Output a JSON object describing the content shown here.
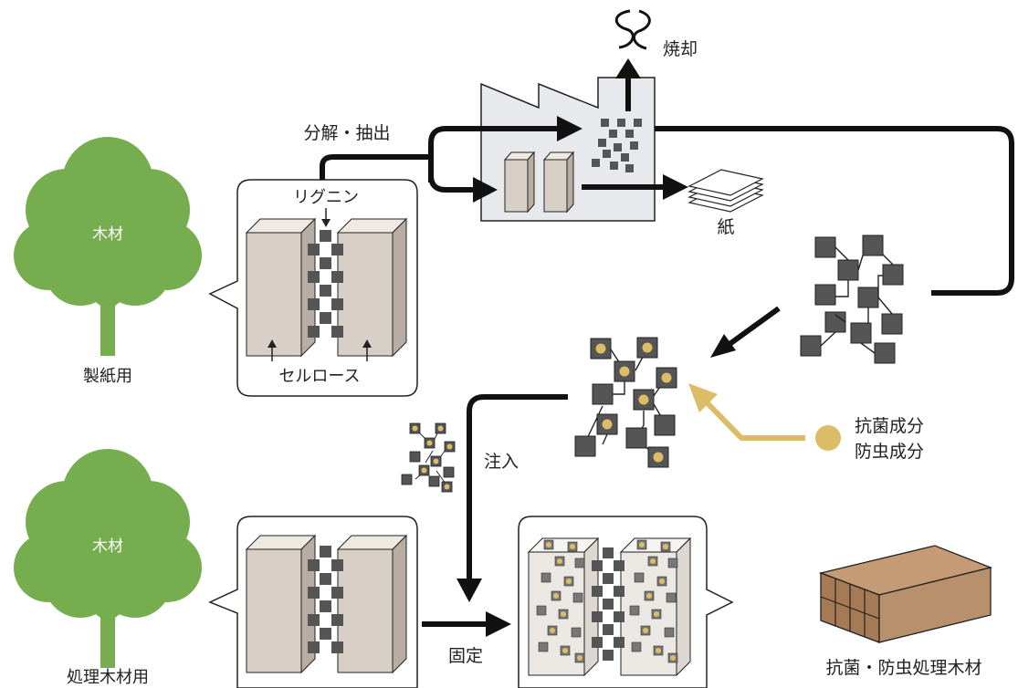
{
  "labels": {
    "wood_top": "木材",
    "paper_use": "製紙用",
    "wood_bottom": "木材",
    "treated_use": "処理木材用",
    "lignin": "リグニン",
    "cellulose": "セルロース",
    "decompose_extract": "分解・抽出",
    "incineration": "焼却",
    "paper": "紙",
    "antibacterial": "抗菌成分",
    "insect_proof": "防虫成分",
    "injection": "注入",
    "fixation": "固定",
    "result": "抗菌・防虫処理木材"
  },
  "colors": {
    "tree": "#76ad4f",
    "lignin_block": "#555555",
    "cellulose": "#d8d0c6",
    "active_component": "#dcbc66",
    "arrow": "#111111",
    "treated_wood": "#b8906c"
  }
}
